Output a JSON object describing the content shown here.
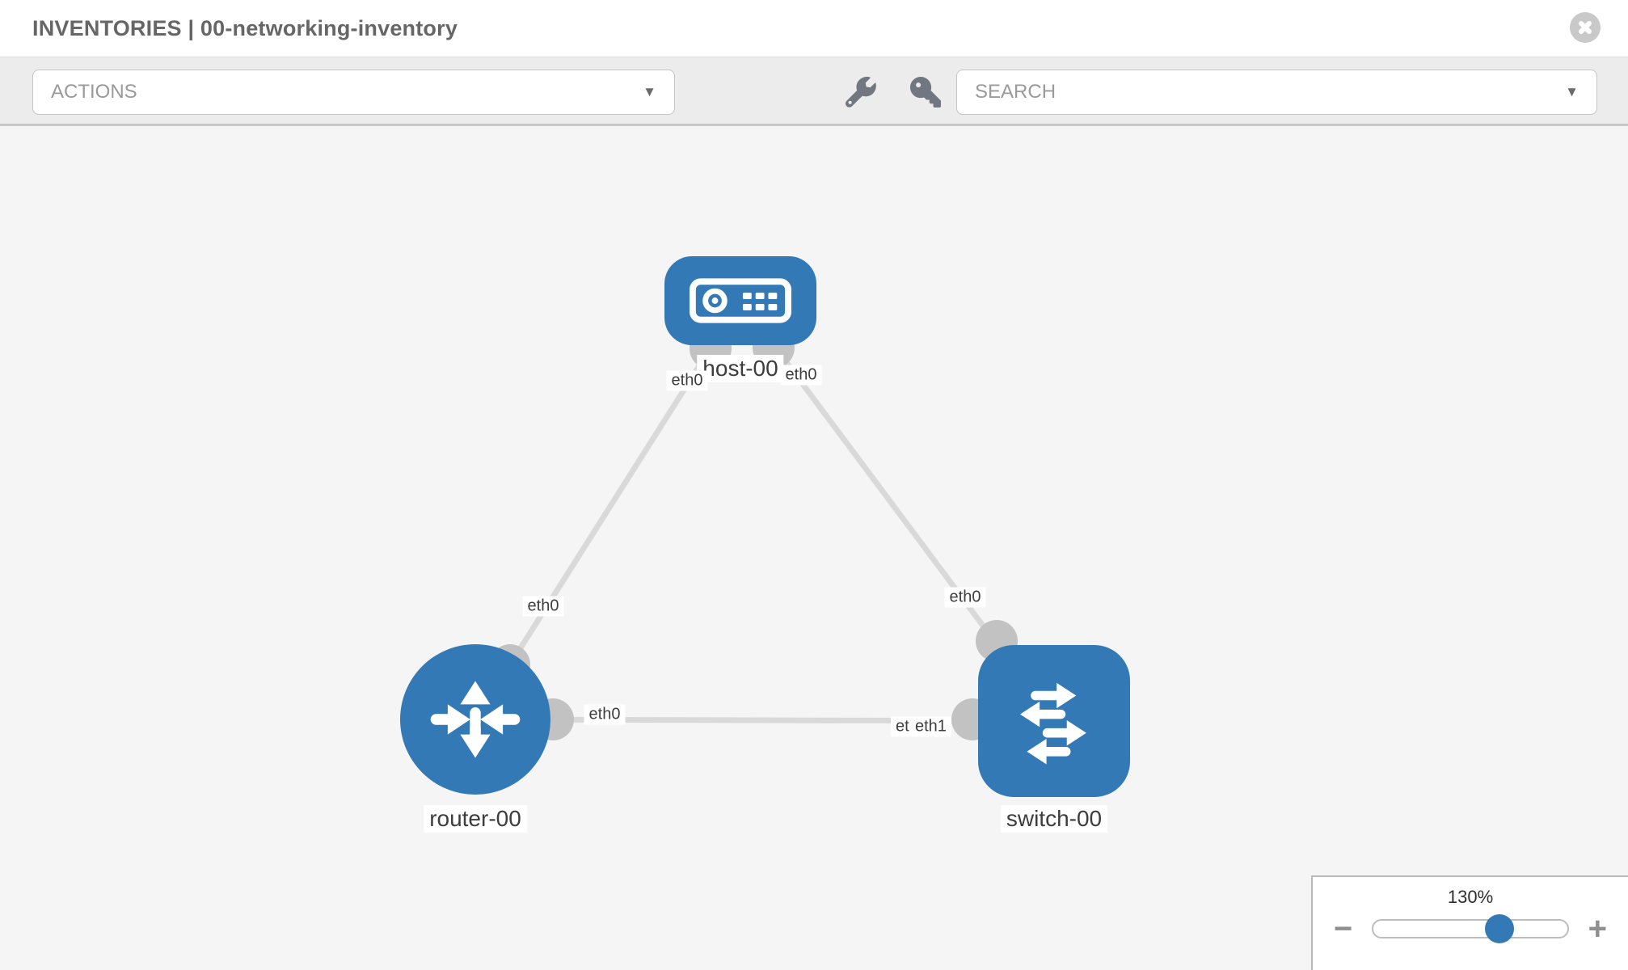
{
  "header": {
    "title": "INVENTORIES | 00-networking-inventory"
  },
  "toolbar": {
    "actions_label": "ACTIONS",
    "search_label": "SEARCH",
    "caret": "▼",
    "icons": [
      "wrench-icon",
      "key-icon"
    ]
  },
  "topology": {
    "nodes": [
      {
        "id": "host-00",
        "label": "host-00",
        "type": "host"
      },
      {
        "id": "router-00",
        "label": "router-00",
        "type": "router"
      },
      {
        "id": "switch-00",
        "label": "switch-00",
        "type": "switch"
      }
    ],
    "links": [
      {
        "from": "host-00",
        "to": "router-00",
        "from_if": "eth0",
        "to_if": "eth0"
      },
      {
        "from": "host-00",
        "to": "switch-00",
        "from_if": "eth0",
        "to_if": "eth0"
      },
      {
        "from": "router-00",
        "to": "switch-00",
        "from_if": "eth0",
        "to_if": "eth1"
      }
    ],
    "interface_labels": {
      "host_to_router": "eth0",
      "host_to_switch": "eth0",
      "router_if_host": "eth0",
      "switch_if_host": "eth0",
      "router_if_switch": "eth0",
      "switch_if_router_back": "eth0",
      "switch_if_router_front": "eth1"
    }
  },
  "zoom_control": {
    "level": "130%",
    "percent": 130,
    "minus": "−",
    "plus": "+"
  },
  "colors": {
    "node_blue": "#3379b5",
    "link_gray": "#d9d9d9",
    "connector_gray": "#c2c2c2",
    "toolbar_bg": "#ececec",
    "canvas_bg": "#f5f5f5"
  }
}
